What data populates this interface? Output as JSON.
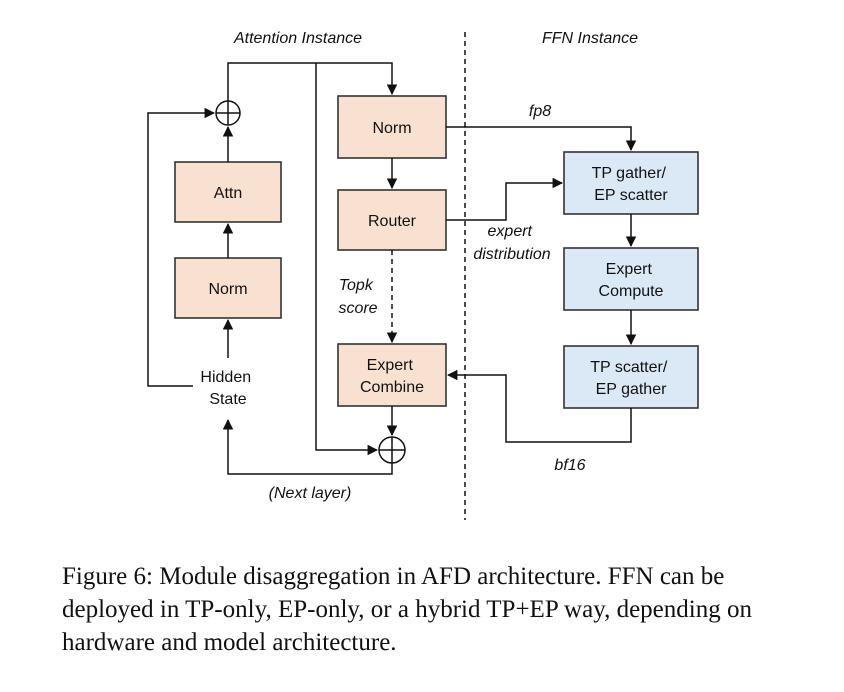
{
  "headers": {
    "attention": "Attention Instance",
    "ffn": "FFN Instance"
  },
  "boxes": {
    "attn": "Attn",
    "norm_left": "Norm",
    "norm_right": "Norm",
    "router": "Router",
    "expert_combine": [
      "Expert",
      "Combine"
    ],
    "tp_gather": [
      "TP gather/",
      "EP scatter"
    ],
    "expert_compute": [
      "Expert",
      "Compute"
    ],
    "tp_scatter": [
      "TP scatter/",
      "EP gather"
    ]
  },
  "labels": {
    "hidden_state": [
      "Hidden",
      "State"
    ],
    "fp8": "fp8",
    "expert_distribution": [
      "expert",
      "distribution"
    ],
    "topk_score": [
      "Topk",
      "score"
    ],
    "bf16": "bf16",
    "next_layer": "(Next layer)"
  },
  "caption": "Figure 6: Module disaggregation in AFD architecture. FFN can be deployed in TP-only, EP-only, or a hybrid TP+EP way, depending on hardware and model architecture.",
  "colors": {
    "attention_box": "#f9e1d1",
    "ffn_box": "#dbe9f7"
  }
}
